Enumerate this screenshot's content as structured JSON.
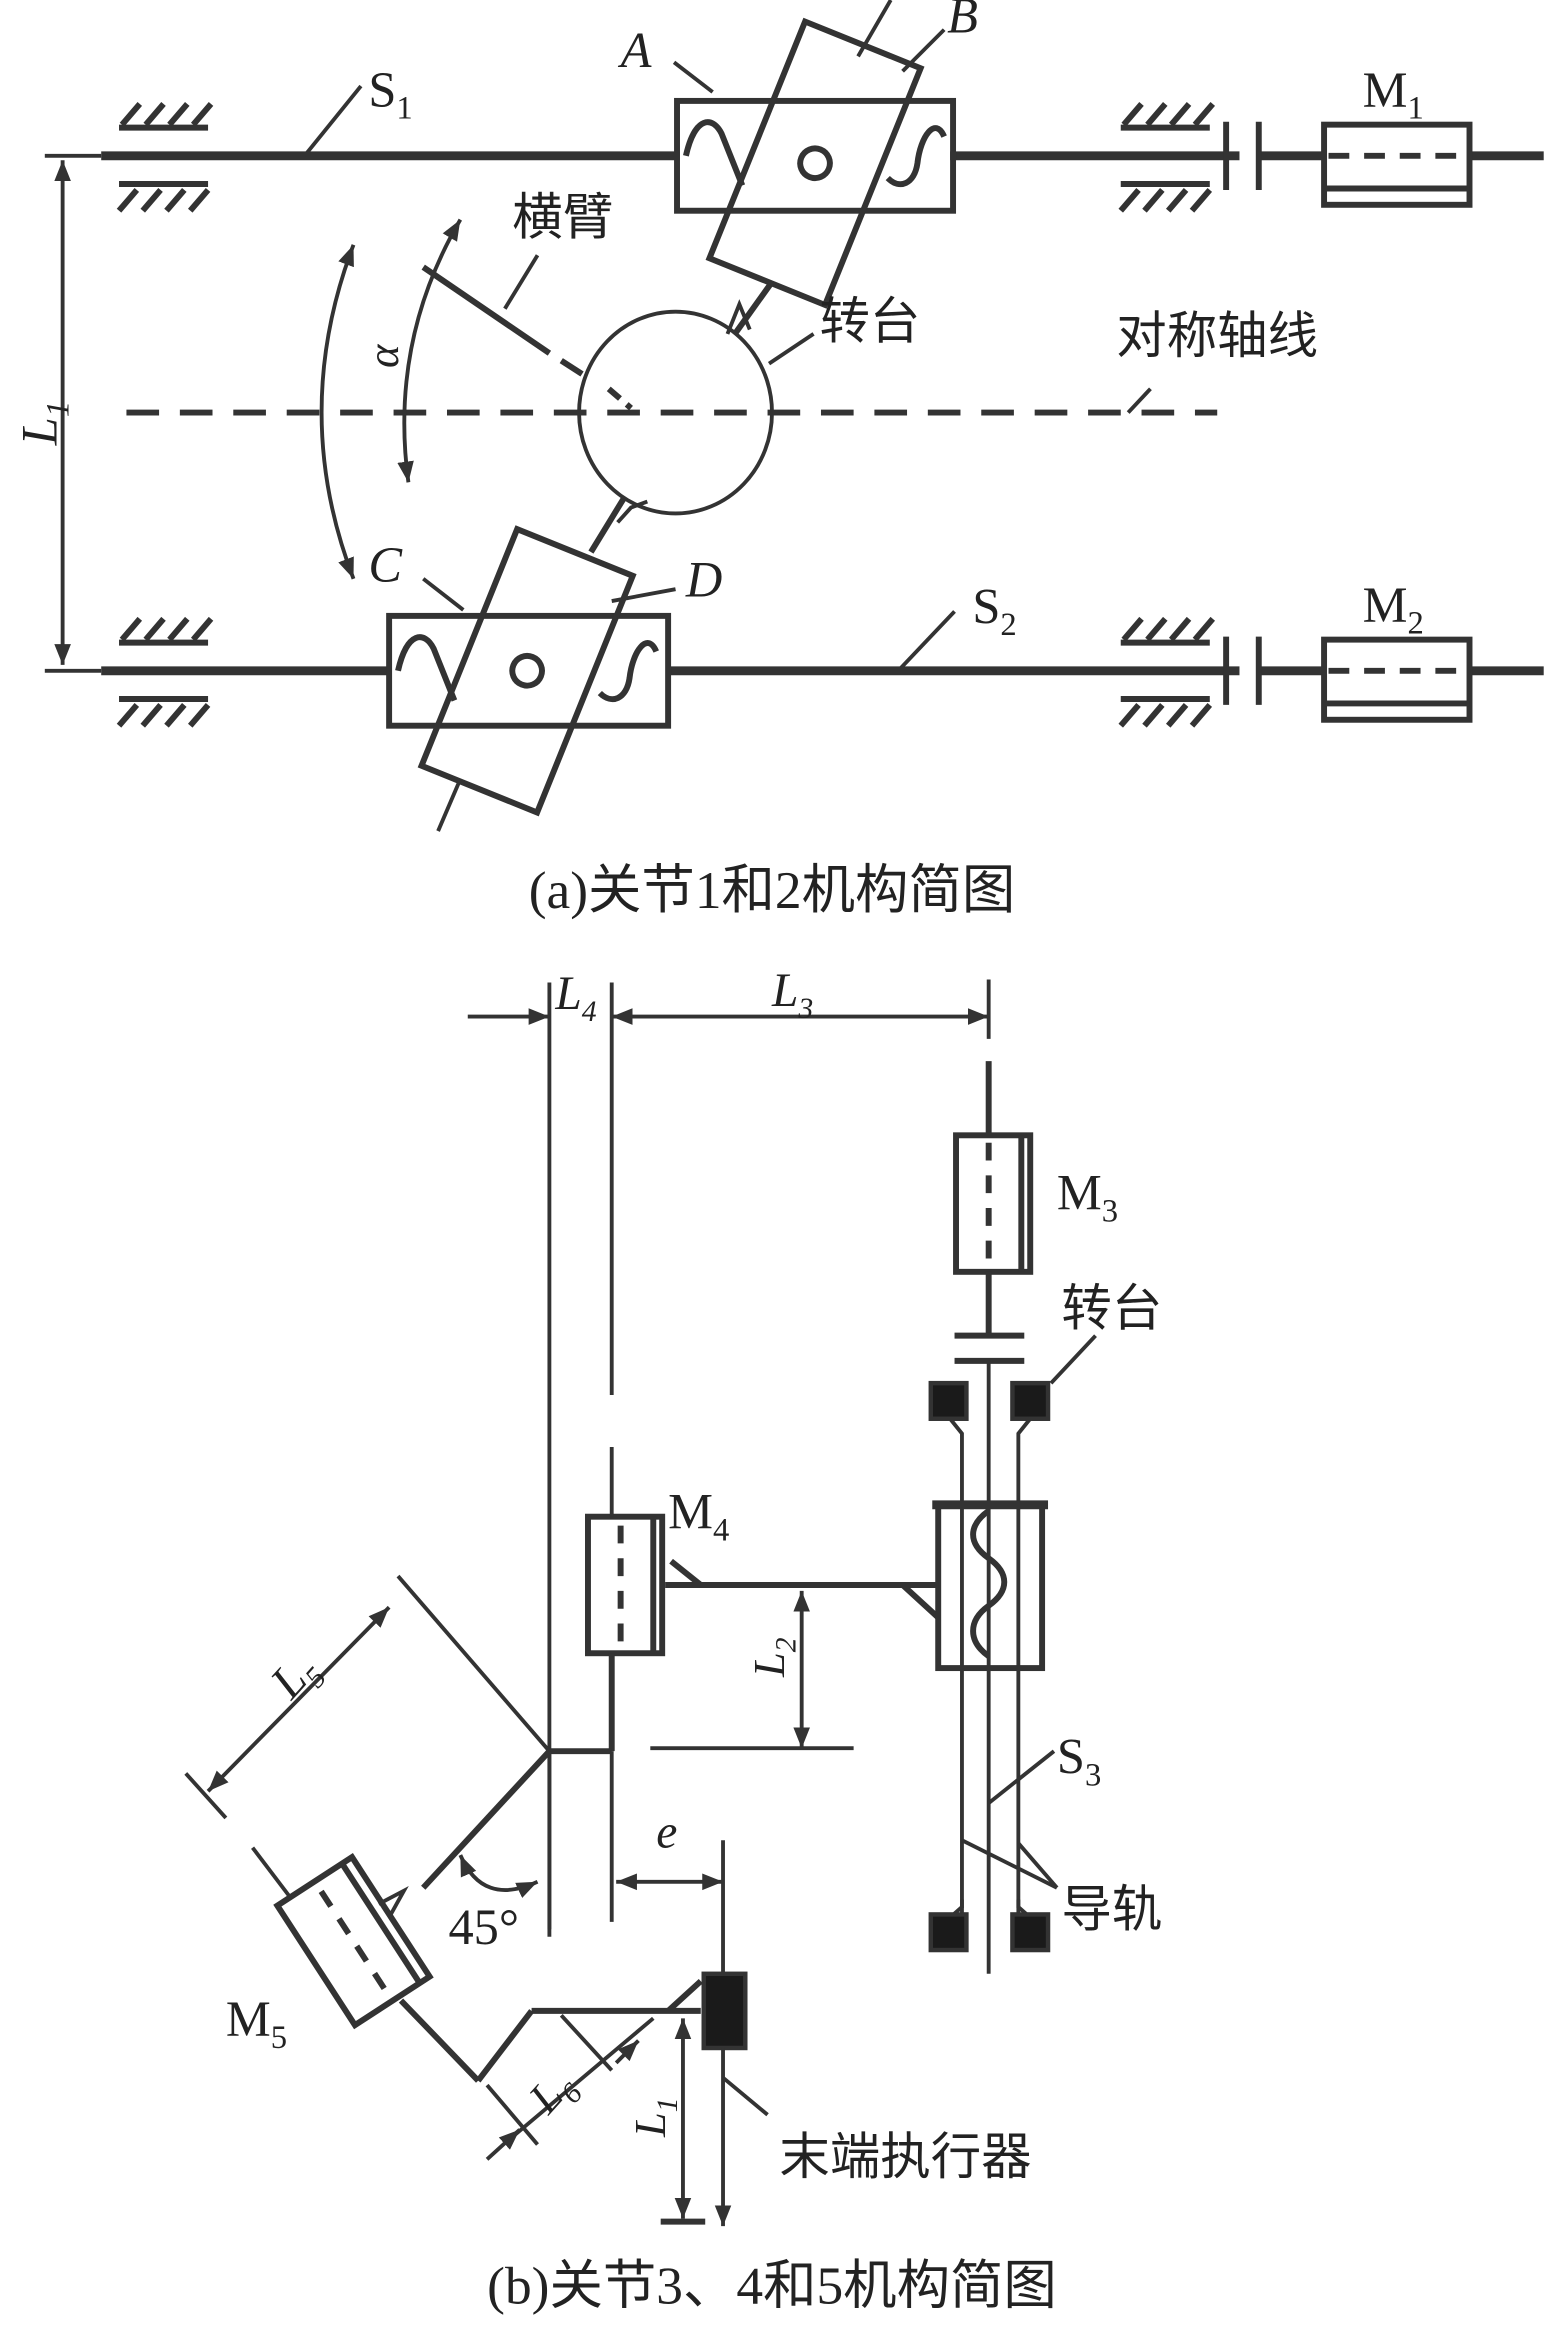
{
  "figure_a": {
    "caption": "(a)关节1和2机构简图",
    "labels": {
      "S1": "S",
      "S1_sub": "1",
      "S2": "S",
      "S2_sub": "2",
      "M1": "M",
      "M1_sub": "1",
      "M2": "M",
      "M2_sub": "2",
      "A": "A",
      "B": "B",
      "C": "C",
      "D": "D",
      "L1": "L",
      "L1_sub": "1",
      "alpha": "α",
      "crossarm": "横臂",
      "turntable": "转台",
      "symmetry_axis": "对称轴线"
    }
  },
  "figure_b": {
    "caption": "(b)关节3、4和5机构简图",
    "labels": {
      "L4": "L",
      "L4_sub": "4",
      "L3": "L",
      "L3_sub": "3",
      "M3": "M",
      "M3_sub": "3",
      "M4": "M",
      "M4_sub": "4",
      "M5": "M",
      "M5_sub": "5",
      "turntable": "转台",
      "L2": "L",
      "L2_sub": "2",
      "L5": "L",
      "L5_sub": "5",
      "L6": "L",
      "L6_sub": "6",
      "L1": "L",
      "L1_sub": "1",
      "S3": "S",
      "S3_sub": "3",
      "e": "e",
      "angle": "45°",
      "guide_rail": "导轨",
      "end_effector": "末端执行器"
    }
  },
  "colors": {
    "line": "#333333",
    "text": "#222222",
    "background": "#ffffff"
  }
}
